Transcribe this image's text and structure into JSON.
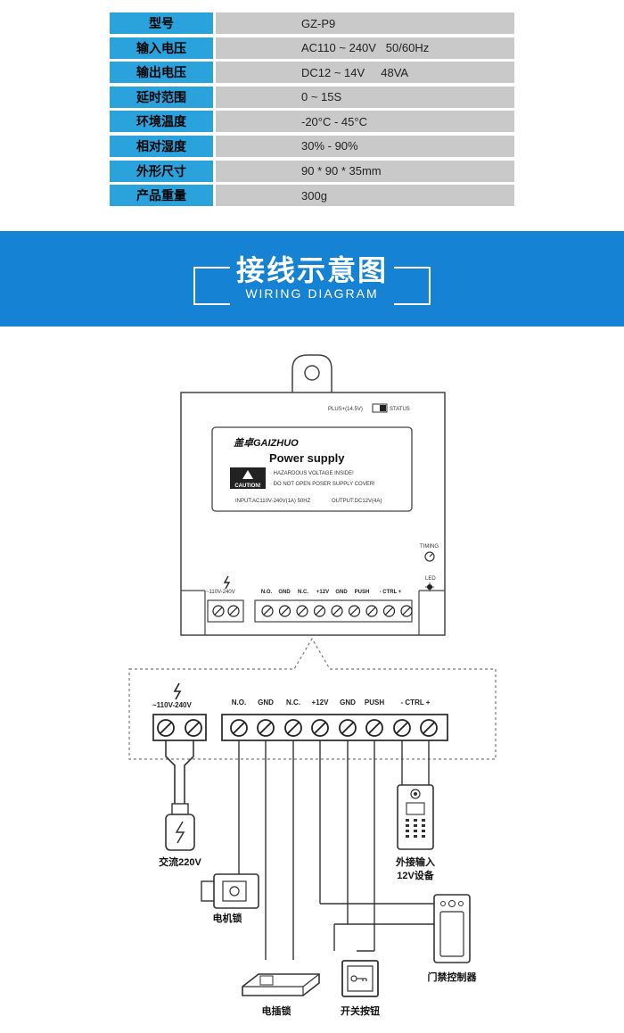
{
  "spec_table": {
    "rows": [
      {
        "label": "型号",
        "value": "GZ-P9"
      },
      {
        "label": "输入电压",
        "value": "AC110 ~ 240V   50/60Hz"
      },
      {
        "label": "输出电压",
        "value": "DC12 ~ 14V     48VA"
      },
      {
        "label": "延时范围",
        "value": "0 ~ 15S"
      },
      {
        "label": "环境温度",
        "value": "-20°C - 45°C"
      },
      {
        "label": "相对湿度",
        "value": "30% - 90%"
      },
      {
        "label": "外形尺寸",
        "value": "90 * 90 * 35mm"
      },
      {
        "label": "产品重量",
        "value": "300g"
      }
    ]
  },
  "banner": {
    "title": "接线示意图",
    "subtitle": "WIRING DIAGRAM"
  },
  "device": {
    "status_label": "PLUS+(14.5V)",
    "status_switch": "STATUS",
    "brand": "盖卓GAIZHUO",
    "product": "Power supply",
    "caution": "CAUTION!",
    "warn1": "· HAZARDOUS VOLTAGE INSIDE!",
    "warn2": "· DO NOT OPEN POSER SUPPLY COVER!",
    "input": "INPUT:AC110V-240V(1A) 50HZ",
    "output": "OUTPUT:DC12V(4A)",
    "timing": "TIMING",
    "led": "LED",
    "ac_label": "~110V-240V"
  },
  "terminals": {
    "labels": [
      "N.O.",
      "GND",
      "N.C.",
      "+12V",
      "GND",
      "PUSH",
      "- CTRL +"
    ],
    "ac_label": "~110V-240V"
  },
  "components": {
    "power": "交流220V",
    "motor_lock": "电机锁",
    "electric_bolt": "电插锁",
    "exit_button": "开关按钮",
    "access_controller": "门禁控制器",
    "external_line1": "外接输入",
    "external_line2": "12V设备"
  }
}
